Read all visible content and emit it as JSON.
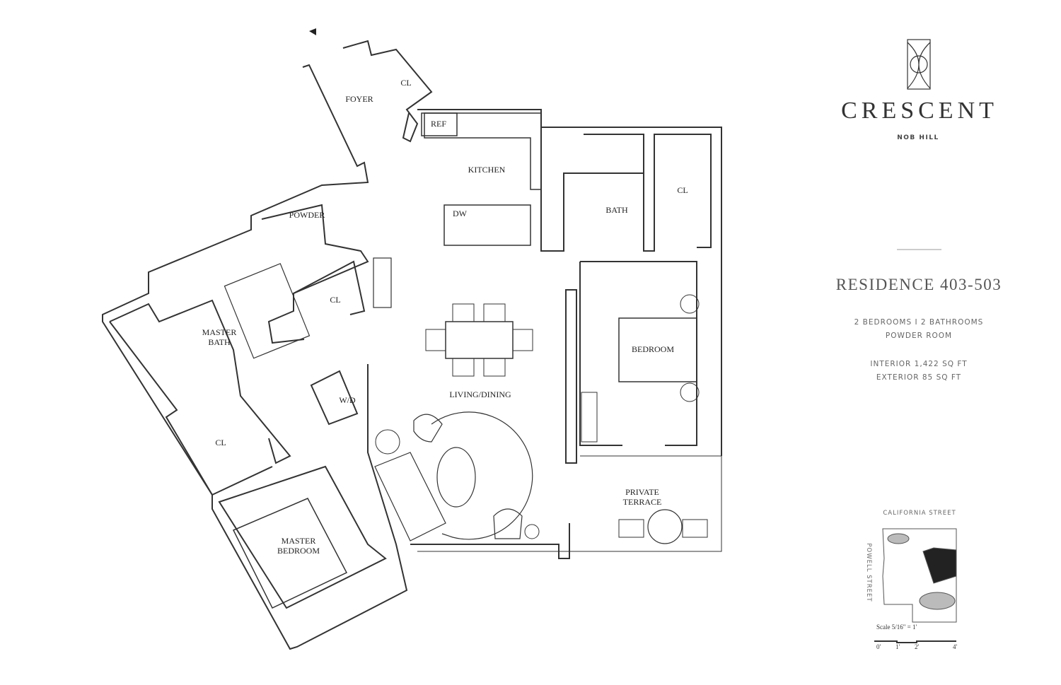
{
  "brand": {
    "name": "CRESCENT",
    "subtitle": "NOB HILL"
  },
  "residence": {
    "title": "RESIDENCE 403-503",
    "specs": [
      "2 BEDROOMS I 2 BATHROOMS",
      "POWDER ROOM"
    ],
    "areas": [
      "INTERIOR 1,422 SQ FT",
      "EXTERIOR 85 SQ FT"
    ]
  },
  "rooms": {
    "foyer": "FOYER",
    "foyer_closet": "CL",
    "ref": "REF",
    "kitchen": "KITCHEN",
    "dw": "DW",
    "powder": "POWDER",
    "bath": "BATH",
    "bath_closet": "CL",
    "hall_closet": "CL",
    "master_bath": "MASTER BATH",
    "bedroom": "BEDROOM",
    "wd": "W/D",
    "living_dining": "LIVING/DINING",
    "master_closet": "CL",
    "terrace": "PRIVATE TERRACE",
    "master_bedroom": "MASTER BEDROOM"
  },
  "key_plan": {
    "street_top": "CALIFORNIA STREET",
    "street_left": "POWELL STREET"
  },
  "scale": {
    "label": "Scale 5/16\" = 1'",
    "ticks": [
      "0'",
      "1'",
      "2'",
      "4'"
    ]
  }
}
